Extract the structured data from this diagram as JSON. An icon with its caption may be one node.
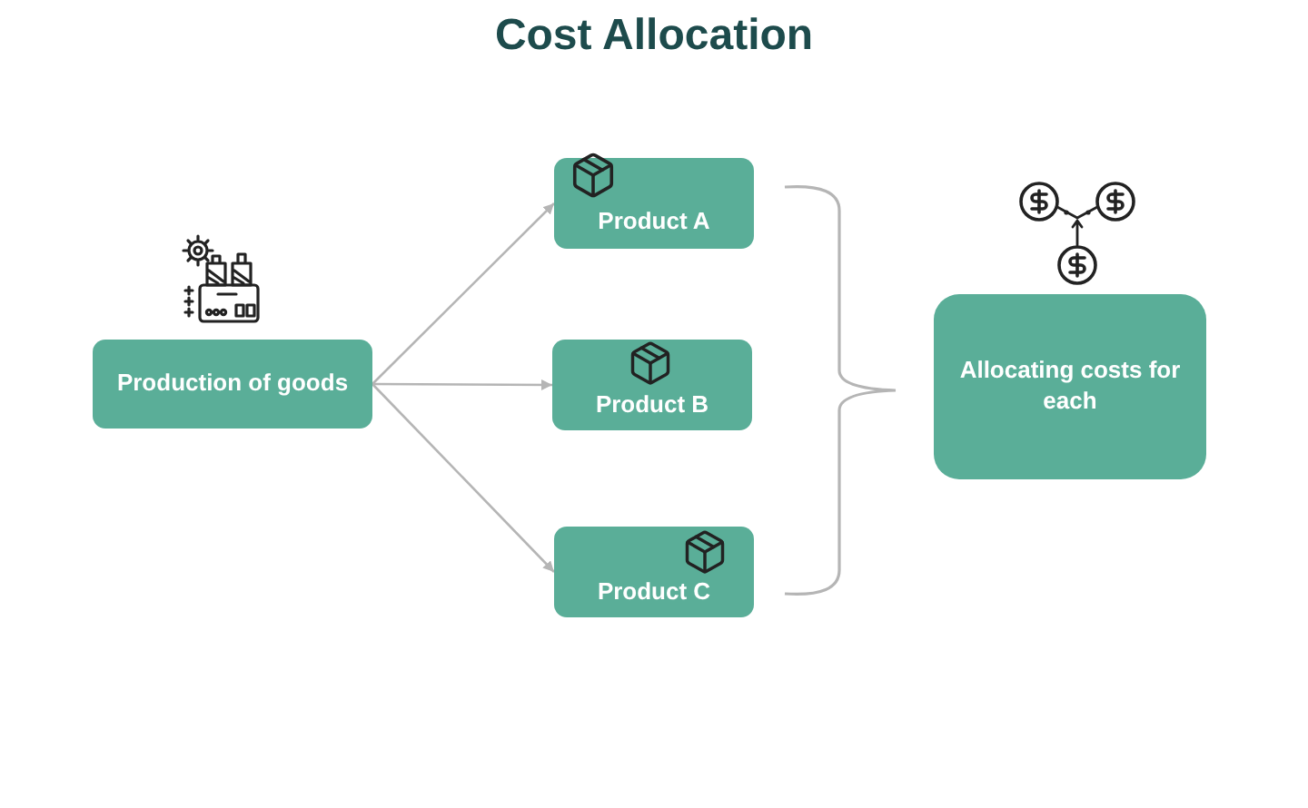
{
  "diagram": {
    "title": "Cost Allocation",
    "nodes": [
      {
        "text": [
          "Production of goods"
        ]
      },
      {
        "text": [
          "Product A"
        ]
      },
      {
        "text": [
          "Product B"
        ]
      },
      {
        "text": [
          "Product C"
        ]
      },
      {
        "text": [
          "Allocating costs for each"
        ]
      }
    ],
    "edges": [
      {
        "from": 0,
        "to": 1,
        "arrow": "to"
      },
      {
        "from": 0,
        "to": 2,
        "arrow": "to"
      },
      {
        "from": 0,
        "to": 3,
        "arrow": "to"
      }
    ]
  }
}
